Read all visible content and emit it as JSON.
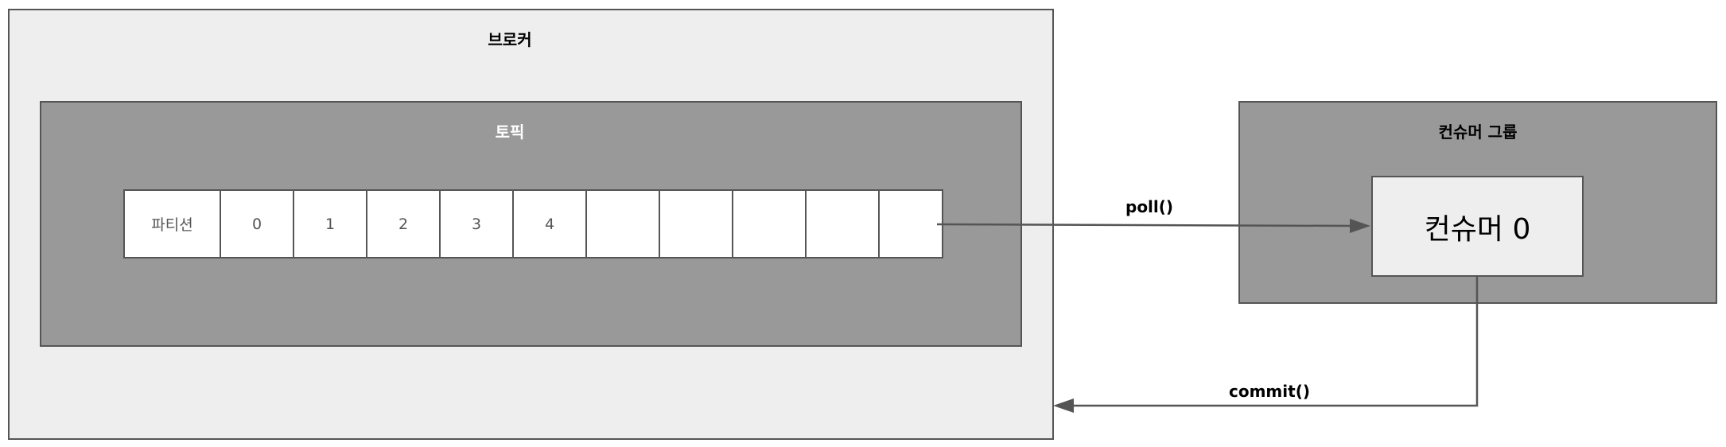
{
  "broker": {
    "title": "브로커"
  },
  "topic": {
    "title": "토픽"
  },
  "partition": {
    "label": "파티션",
    "offsets": [
      "0",
      "1",
      "2",
      "3",
      "4",
      "",
      "",
      "",
      "",
      ""
    ]
  },
  "consumer_group": {
    "title": "컨슈머 그룹",
    "consumer": "컨슈머 0"
  },
  "edges": {
    "poll": "poll()",
    "commit": "commit()"
  },
  "colors": {
    "broker_fill": "#eeeeee",
    "topic_fill": "#999999",
    "border": "#555555",
    "consumer_fill": "#eeeeee"
  }
}
